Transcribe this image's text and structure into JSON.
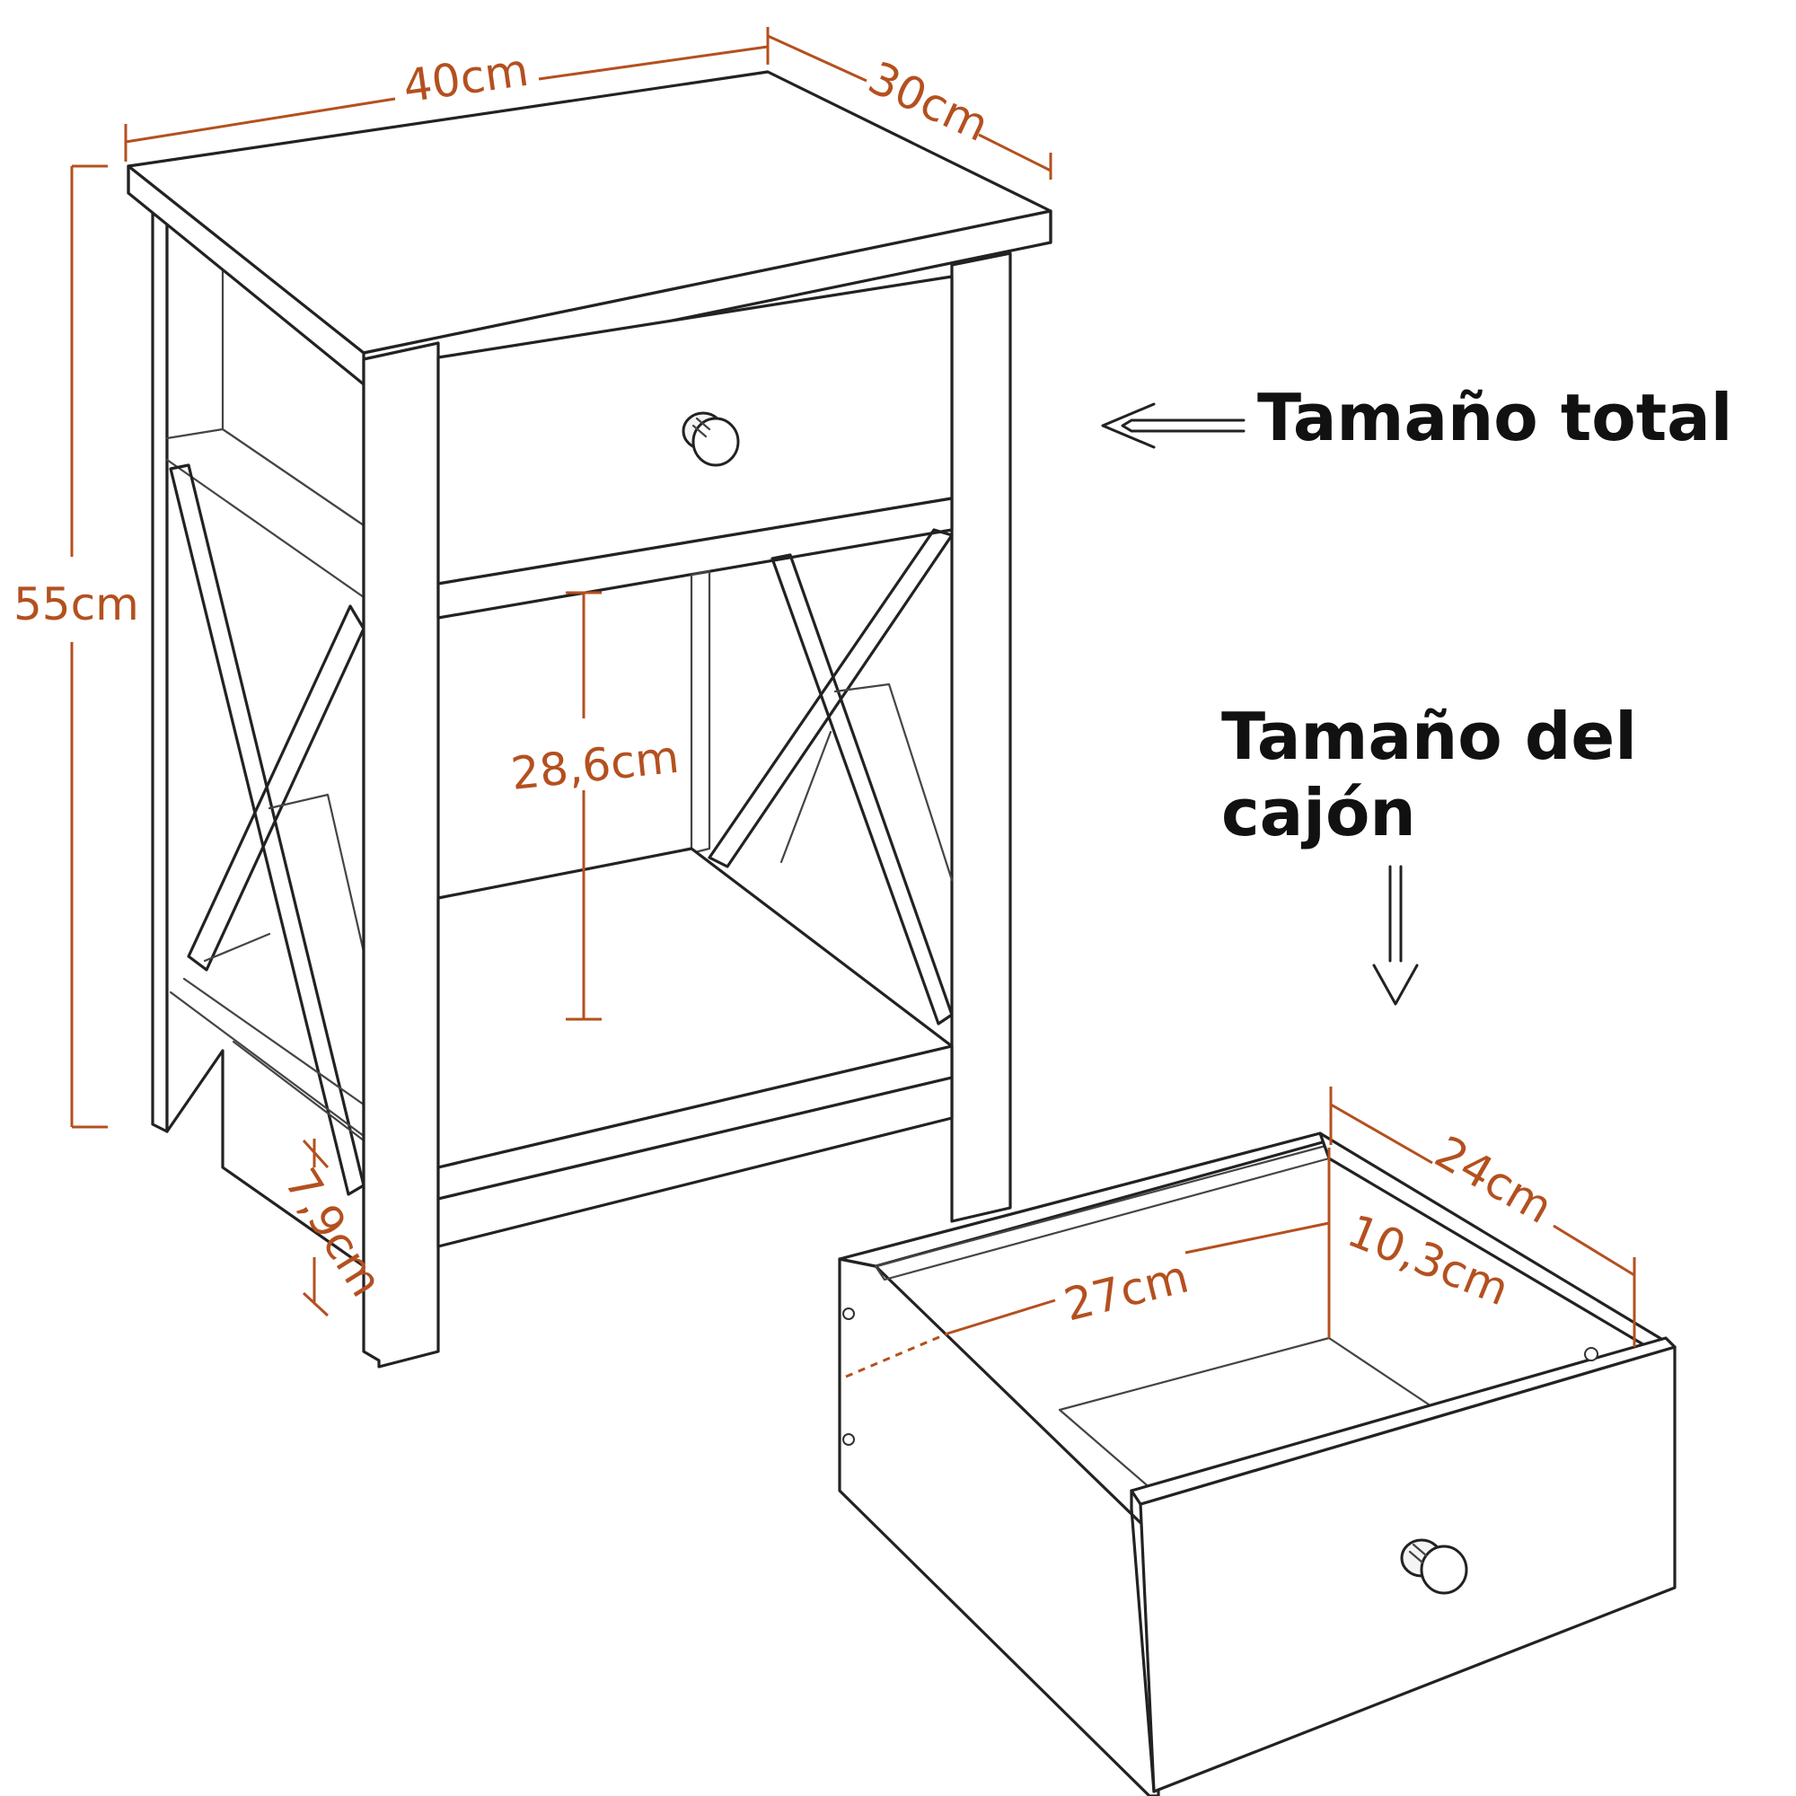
{
  "labels": {
    "total_title": "Tamaño total",
    "drawer_title_line1": "Tamaño del",
    "drawer_title_line2": "cajón"
  },
  "dimensions": {
    "width": "40cm",
    "depth": "30cm",
    "height": "55cm",
    "shelf_clearance": "28,6cm",
    "leg_height": "7,9cm",
    "drawer_width": "27cm",
    "drawer_depth": "24cm",
    "drawer_height": "10,3cm"
  },
  "colors": {
    "dimension": "#b4501f",
    "outline": "#222222",
    "text": "#111111",
    "background": "#ffffff"
  }
}
